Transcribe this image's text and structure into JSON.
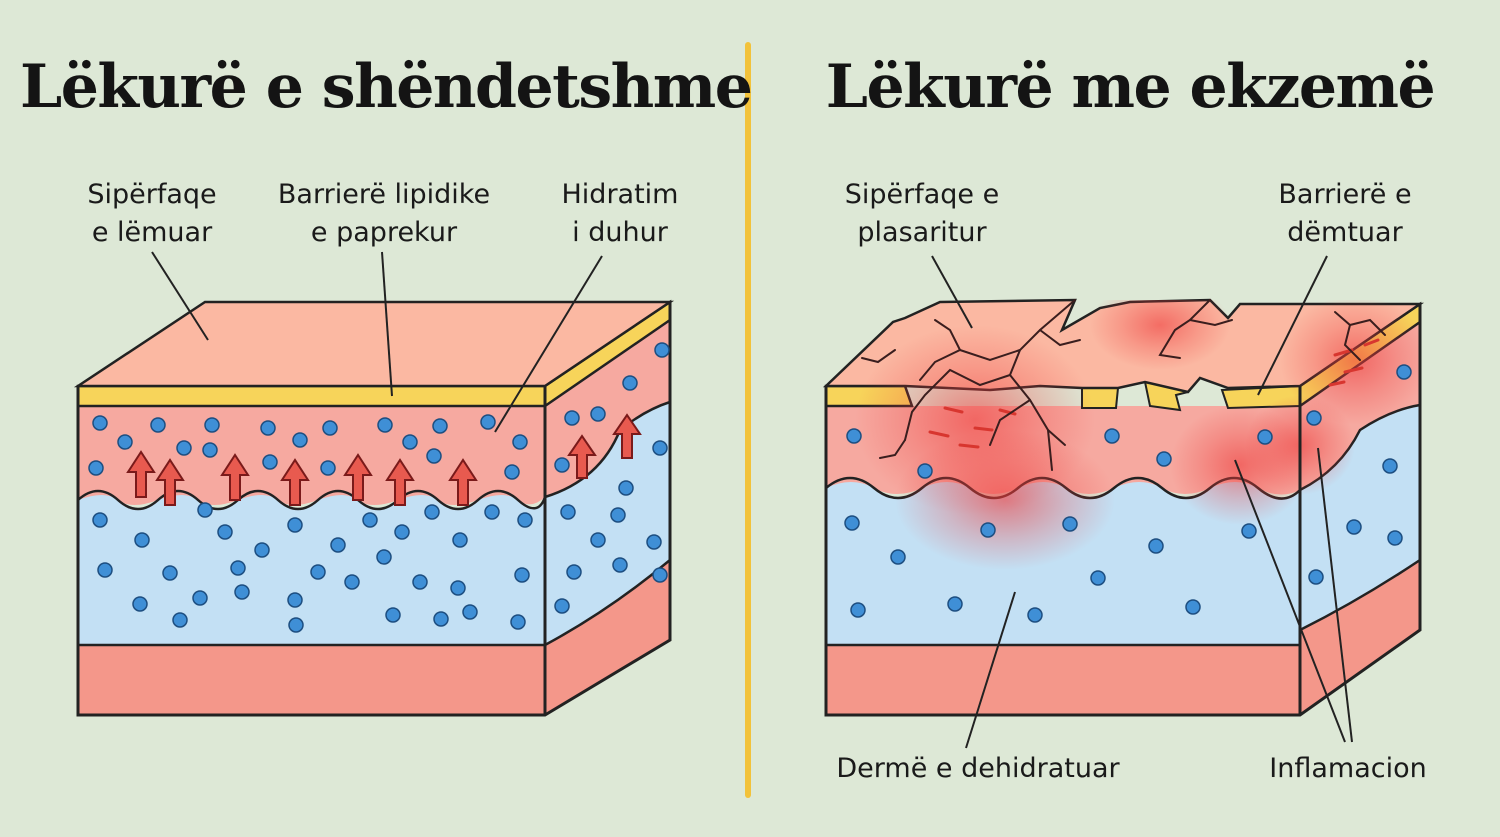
{
  "healthy": {
    "title": "Lëkurë e shëndetshme",
    "labels": {
      "surface": [
        "Sipërfaqe",
        "e lëmuar"
      ],
      "barrier": [
        "Barrierë lipidike",
        "e paprekur"
      ],
      "hydration": [
        "Hidratim",
        "i duhur"
      ]
    }
  },
  "eczema": {
    "title": "Lëkurë me ekzemë",
    "labels": {
      "surface": [
        "Sipërfaqe e",
        "plasaritur"
      ],
      "barrier": [
        "Barrierë e",
        "dëmtuar"
      ],
      "dermis": "Dermë e dehidratuar",
      "inflammation": "Inflamacion"
    }
  },
  "colors": {
    "background": "#dde8d6",
    "epidermis": "#f6a9a0",
    "surface_top": "#fbb8a2",
    "lipid_barrier": "#f7d45a",
    "dermis": "#c3e0f4",
    "subcutis": "#f4978a",
    "water_dot": "#3f8fd6",
    "arrow": "#e85a4f",
    "inflammation": "#ee3b3b",
    "divider": "#f2c23a",
    "outline": "#222222"
  }
}
